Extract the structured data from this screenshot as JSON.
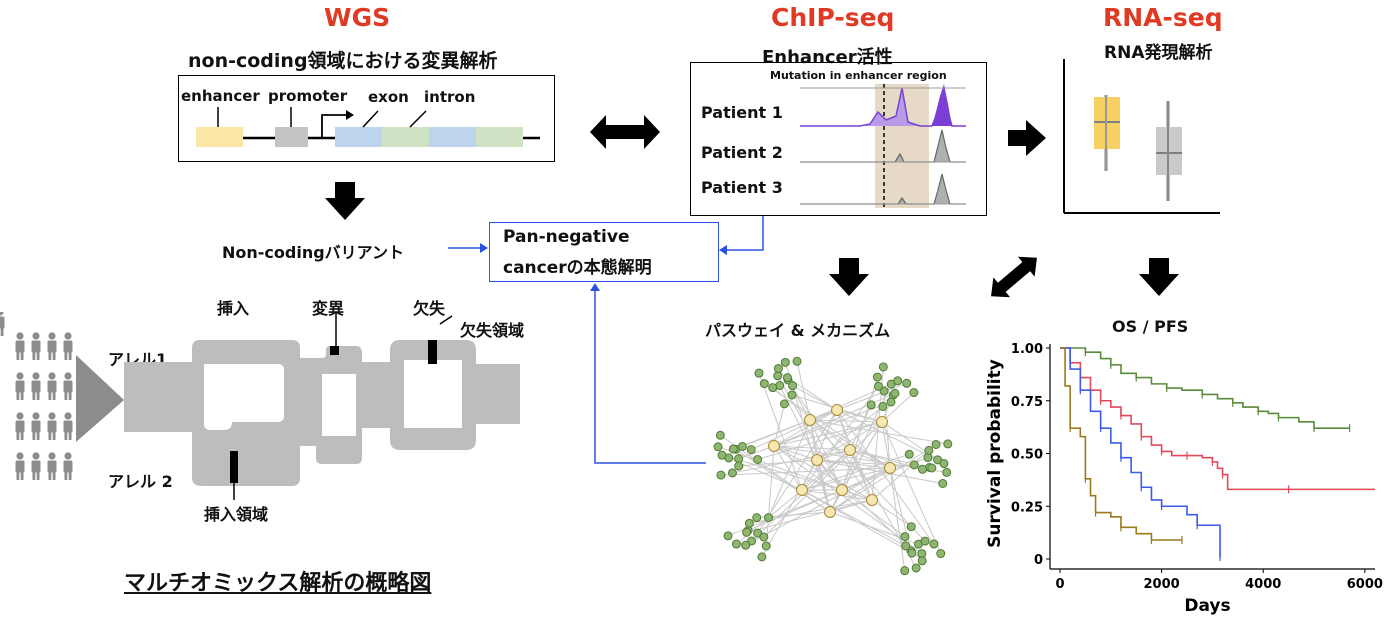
{
  "wgs": {
    "title": "WGS",
    "subtitle": "non-coding領域における変異解析",
    "labels": {
      "enhancer": "enhancer",
      "promoter": "promoter",
      "exon": "exon",
      "intron": "intron"
    }
  },
  "chip": {
    "title": "ChIP-seq",
    "subtitle": "Enhancer活性",
    "mutation_label": "Mutation in enhancer region",
    "patients": [
      "Patient 1",
      "Patient 2",
      "Patient 3"
    ]
  },
  "rna": {
    "title": "RNA-seq",
    "subtitle": "RNA発現解析"
  },
  "noncoding_variant": "Non-codingバリアント",
  "pan_negative": {
    "line1": "Pan-negative",
    "line2": "cancerの本態解明"
  },
  "alleles": {
    "insertion": "挿入",
    "mutation": "変異",
    "deletion": "欠失",
    "deletion_region": "欠失領域",
    "allele1": "アレル1",
    "allele2": "アレル 2",
    "insertion_region": "挿入領域"
  },
  "pathway_label": "パスウェイ & メカニズム",
  "os_pfs": "OS / PFS",
  "diagram_caption": "マルチオミックス解析の概略図",
  "colors": {
    "accent_red": "#e03a24",
    "link_blue": "#2a52e6",
    "enhancer": "#fae6a6",
    "exon": "#bcd4ec",
    "intron": "#cfe3c4",
    "peak": "#7c3fd6"
  },
  "chart_data": {
    "type": "line",
    "xlabel": "Days",
    "ylabel": "Survival probability",
    "xlim": [
      0,
      6200
    ],
    "ylim": [
      0,
      1.0
    ],
    "xticks": [
      "0",
      "2000",
      "4000",
      "6000"
    ],
    "yticks": [
      "0",
      "0.25",
      "0.50",
      "0.75",
      "1.00"
    ],
    "series": [
      {
        "color": "#5a8a3c",
        "points": [
          [
            0,
            1.0
          ],
          [
            300,
            1.0
          ],
          [
            500,
            0.98
          ],
          [
            800,
            0.95
          ],
          [
            1000,
            0.92
          ],
          [
            1200,
            0.88
          ],
          [
            1500,
            0.86
          ],
          [
            1800,
            0.83
          ],
          [
            2100,
            0.81
          ],
          [
            2400,
            0.8
          ],
          [
            2800,
            0.78
          ],
          [
            3100,
            0.76
          ],
          [
            3400,
            0.74
          ],
          [
            3600,
            0.72
          ],
          [
            3900,
            0.7
          ],
          [
            4100,
            0.69
          ],
          [
            4300,
            0.67
          ],
          [
            4700,
            0.65
          ],
          [
            5000,
            0.62
          ],
          [
            5400,
            0.62
          ],
          [
            5700,
            0.62
          ]
        ]
      },
      {
        "color": "#e24a5a",
        "points": [
          [
            0,
            1.0
          ],
          [
            200,
            0.93
          ],
          [
            400,
            0.86
          ],
          [
            600,
            0.8
          ],
          [
            800,
            0.75
          ],
          [
            1000,
            0.72
          ],
          [
            1200,
            0.68
          ],
          [
            1400,
            0.64
          ],
          [
            1600,
            0.58
          ],
          [
            1800,
            0.54
          ],
          [
            2000,
            0.51
          ],
          [
            2200,
            0.49
          ],
          [
            2500,
            0.49
          ],
          [
            2800,
            0.48
          ],
          [
            3000,
            0.46
          ],
          [
            3100,
            0.43
          ],
          [
            3200,
            0.4
          ],
          [
            3300,
            0.33
          ],
          [
            4500,
            0.33
          ],
          [
            6200,
            0.33
          ]
        ]
      },
      {
        "color": "#3b5be8",
        "points": [
          [
            0,
            1.0
          ],
          [
            200,
            0.9
          ],
          [
            400,
            0.8
          ],
          [
            600,
            0.7
          ],
          [
            800,
            0.62
          ],
          [
            1000,
            0.55
          ],
          [
            1200,
            0.48
          ],
          [
            1400,
            0.41
          ],
          [
            1600,
            0.34
          ],
          [
            1800,
            0.28
          ],
          [
            2000,
            0.25
          ],
          [
            2500,
            0.21
          ],
          [
            2700,
            0.16
          ],
          [
            3100,
            0.16
          ],
          [
            3150,
            0.01
          ]
        ]
      },
      {
        "color": "#9a7a1e",
        "points": [
          [
            0,
            1.0
          ],
          [
            100,
            0.82
          ],
          [
            200,
            0.62
          ],
          [
            400,
            0.58
          ],
          [
            500,
            0.38
          ],
          [
            600,
            0.3
          ],
          [
            700,
            0.22
          ],
          [
            1000,
            0.2
          ],
          [
            1200,
            0.15
          ],
          [
            1500,
            0.12
          ],
          [
            1800,
            0.09
          ],
          [
            2000,
            0.09
          ],
          [
            2400,
            0.09
          ]
        ]
      }
    ]
  }
}
